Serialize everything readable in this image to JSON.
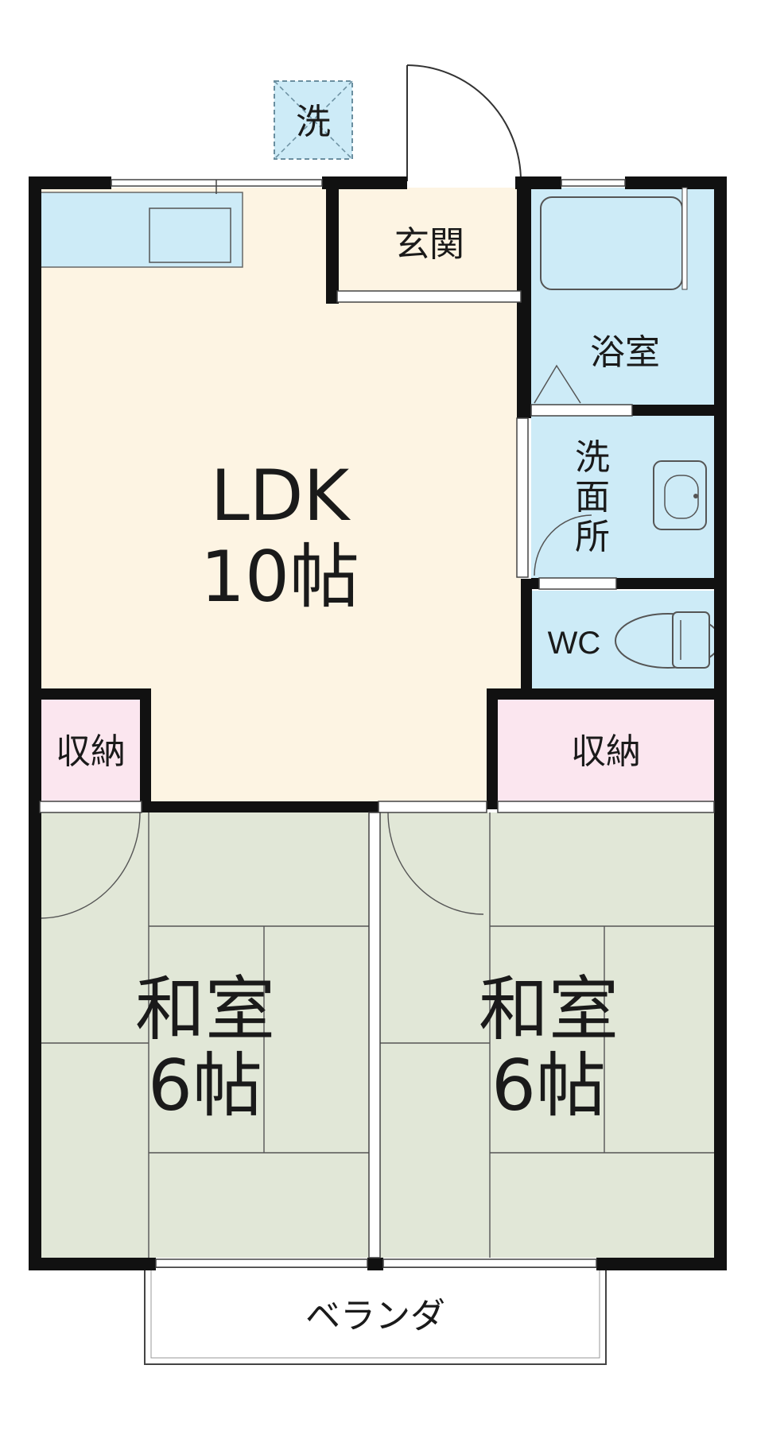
{
  "floor_plan": {
    "labels": {
      "washer": "洗",
      "entrance": "玄関",
      "bathroom": "浴室",
      "washroom": [
        "洗",
        "面",
        "所"
      ],
      "toilet": "WC",
      "ldk": "LDK",
      "ldk_size": "10帖",
      "storage_left": "収納",
      "storage_right": "収納",
      "tatami_left": "和室",
      "tatami_left_size": "6帖",
      "tatami_right": "和室",
      "tatami_right_size": "6帖",
      "balcony": "ベランダ"
    },
    "colors": {
      "wall": "#111111",
      "ldk_floor": "#fdf4e3",
      "wet_area": "#cdebf7",
      "storage": "#fbe6ef",
      "tatami": "#e1e7d7",
      "washer_box": "#cdebf7"
    }
  }
}
